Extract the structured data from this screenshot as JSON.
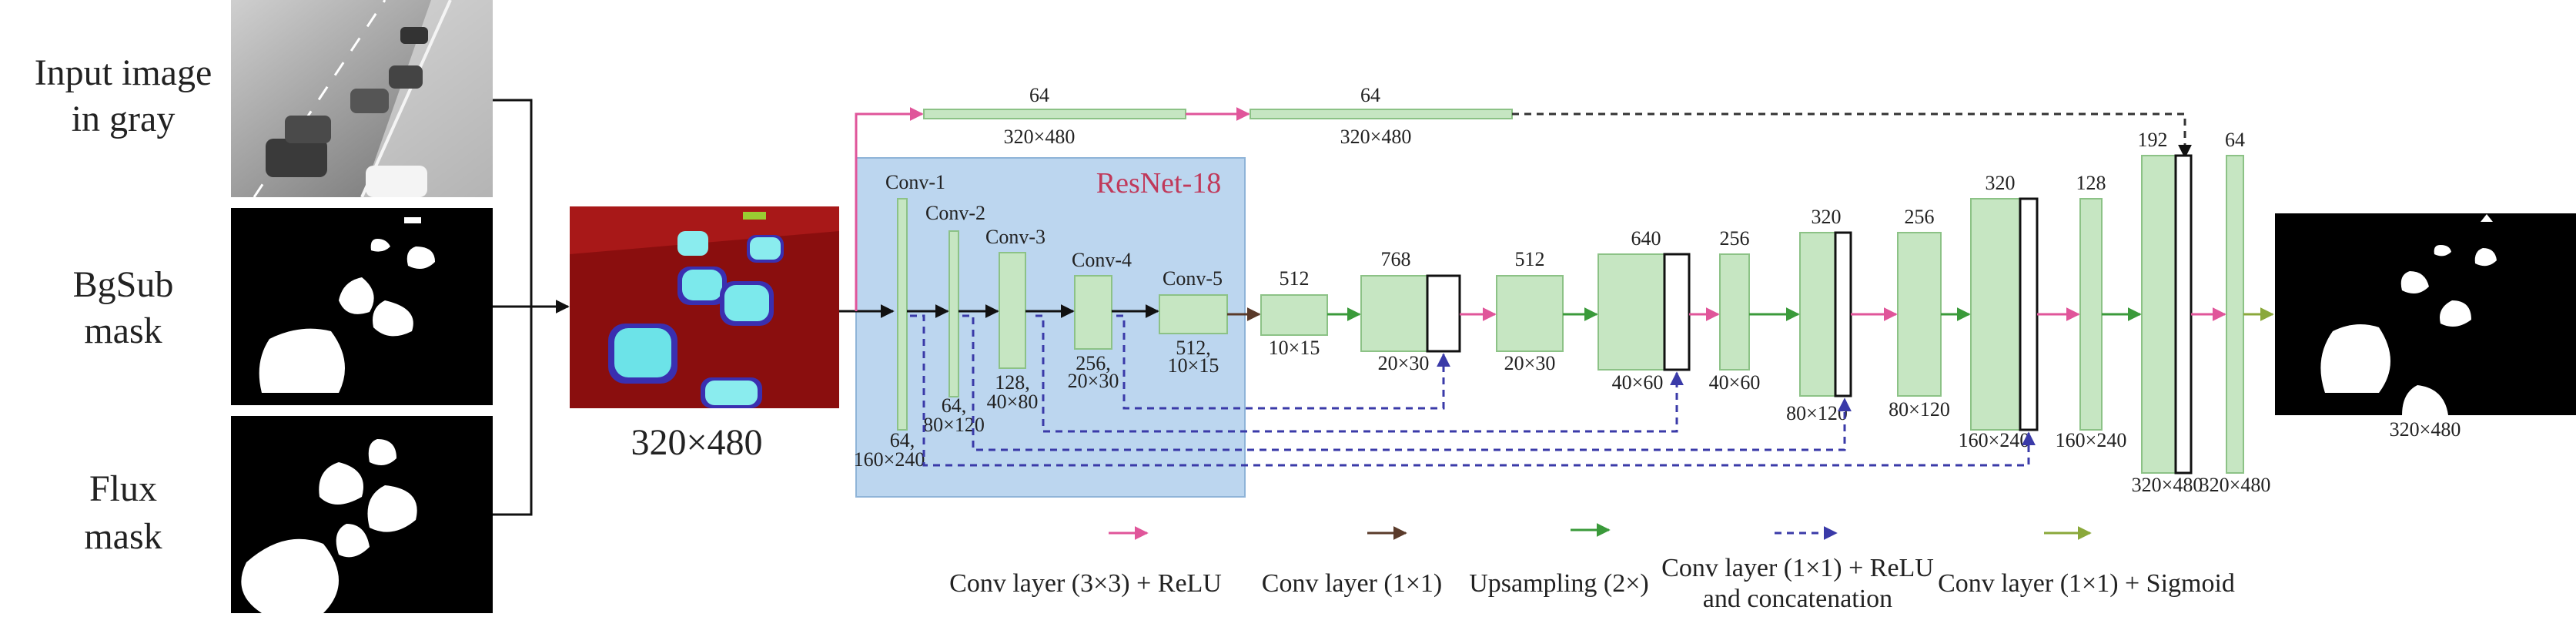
{
  "inputs": {
    "gray_label_line1": "Input image",
    "gray_label_line2": "in gray",
    "bgsub_label_line1": "BgSub",
    "bgsub_label_line2": "mask",
    "flux_label_line1": "Flux",
    "flux_label_line2": "mask",
    "composite_size": "320×480"
  },
  "resnet": {
    "title": "ResNet-18",
    "conv1": {
      "name": "Conv-1",
      "ch": "64,",
      "size": "160×240"
    },
    "conv2": {
      "name": "Conv-2",
      "ch": "64,",
      "size": "80×120"
    },
    "conv3": {
      "name": "Conv-3",
      "ch": "128,",
      "size": "40×80"
    },
    "conv4": {
      "name": "Conv-4",
      "ch": "256,",
      "size": "20×30"
    },
    "conv5": {
      "name": "Conv-5",
      "ch": "512,",
      "size": "10×15"
    }
  },
  "skip_top": {
    "ch1": "64",
    "size1": "320×480",
    "ch2": "64",
    "size2": "320×480"
  },
  "decoder": {
    "b1": {
      "ch": "512",
      "size": "10×15"
    },
    "b2": {
      "ch": "768",
      "size": "20×30"
    },
    "b3": {
      "ch": "512",
      "size": "20×30"
    },
    "b4": {
      "ch": "640",
      "size": "40×60"
    },
    "b5": {
      "ch": "256",
      "size": "40×60"
    },
    "b6": {
      "ch": "320",
      "size": "80×120"
    },
    "b7": {
      "ch": "256",
      "size": "80×120"
    },
    "b8": {
      "ch": "320",
      "size": "160×240"
    },
    "b9": {
      "ch": "128",
      "size": "160×240"
    },
    "b10": {
      "ch": "192",
      "size": "320×480"
    },
    "b11": {
      "ch": "64",
      "size": "320×480"
    }
  },
  "output_size": "320×480",
  "legend": {
    "conv3": "Conv layer (3×3) + ReLU",
    "conv1": "Conv layer (1×1)",
    "upsample": "Upsampling (2×)",
    "concat_line1": "Conv layer (1×1) + ReLU",
    "concat_line2": "and concatenation",
    "sigmoid": "Conv layer (1×1) + Sigmoid"
  },
  "colors": {
    "block_fill": "#c6e6c2",
    "block_stroke": "#8cc286",
    "resnet_bg": "#bcd6ef",
    "conv3_arrow": "#e0559a",
    "conv1_arrow": "#5a3a2a",
    "upsample_arrow": "#3a9a3a",
    "concat_arrow": "#3a3aa8",
    "sigmoid_arrow": "#8aa83a"
  }
}
